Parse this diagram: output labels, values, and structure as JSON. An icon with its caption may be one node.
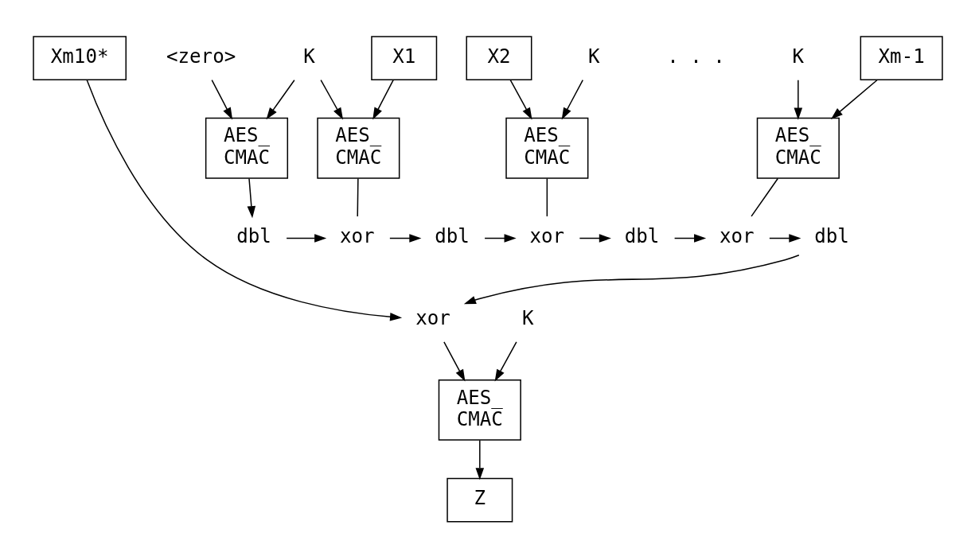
{
  "diagram": {
    "nodes": [
      {
        "text": [
          "X1"
        ]
      },
      {
        "text": [
          "X2"
        ]
      },
      {
        "text": [
          "Xm-1"
        ]
      },
      {
        "text": [
          "Xm10*"
        ]
      },
      {
        "text": [
          "<zero>"
        ]
      },
      {
        "text": [
          "K"
        ]
      },
      {
        "text": [
          "AES_ CMAC"
        ]
      },
      {
        "text": [
          "AES_ CMAC"
        ]
      },
      {
        "text": [
          "K"
        ]
      },
      {
        "text": [
          "AES_ CMAC"
        ]
      },
      {
        "text": [
          "K"
        ]
      },
      {
        "text": [
          "AES_ CMAC"
        ]
      },
      {
        "text": [
          "xor"
        ]
      },
      {
        "text": [
          "K"
        ]
      },
      {
        "text": [
          "AES_ CMAC"
        ]
      },
      {
        "text": [
          "Z"
        ]
      },
      {
        "text": [
          "dbl"
        ]
      },
      {
        "text": [
          "xor"
        ]
      },
      {
        "text": [
          "dbl"
        ]
      },
      {
        "text": [
          "xor"
        ]
      },
      {
        "text": [
          "dbl"
        ]
      },
      {
        "text": [
          "xor"
        ]
      },
      {
        "text": [
          "dbl"
        ]
      }
    ],
    "edges": [
      {
        "from": 0,
        "to": 7,
        "arrow": "to"
      },
      {
        "from": 1,
        "to": 9,
        "arrow": "to"
      },
      {
        "from": 2,
        "to": 11,
        "arrow": "to"
      },
      {
        "from": 3,
        "to": 12,
        "arrow": "to"
      },
      {
        "from": 4,
        "to": 6,
        "arrow": "to"
      },
      {
        "from": 5,
        "to": 6,
        "arrow": "to"
      },
      {
        "from": 5,
        "to": 7,
        "arrow": "to"
      },
      {
        "from": 8,
        "to": 9,
        "arrow": "to"
      },
      {
        "from": 10,
        "to": 11,
        "arrow": "to"
      },
      {
        "from": 13,
        "to": 14,
        "arrow": "to"
      },
      {
        "from": 6,
        "to": 16,
        "arrow": "to"
      },
      {
        "from": 16,
        "to": 17,
        "arrow": "to"
      },
      {
        "from": 7,
        "to": 17,
        "arrow": "none"
      },
      {
        "from": 17,
        "to": 18,
        "arrow": "to"
      },
      {
        "from": 18,
        "to": 19,
        "arrow": "to"
      },
      {
        "from": 9,
        "to": 19,
        "arrow": "none"
      },
      {
        "from": 19,
        "to": 20,
        "arrow": "to"
      },
      {
        "from": 20,
        "to": 21,
        "arrow": "to"
      },
      {
        "from": 11,
        "to": 21,
        "arrow": "none"
      },
      {
        "from": 21,
        "to": 22,
        "arrow": "to"
      },
      {
        "from": 22,
        "to": 12,
        "arrow": "to"
      },
      {
        "from": 12,
        "to": 14,
        "arrow": "to"
      },
      {
        "from": 14,
        "to": 15,
        "arrow": "to"
      }
    ],
    "labels": [
      ". . ."
    ]
  }
}
